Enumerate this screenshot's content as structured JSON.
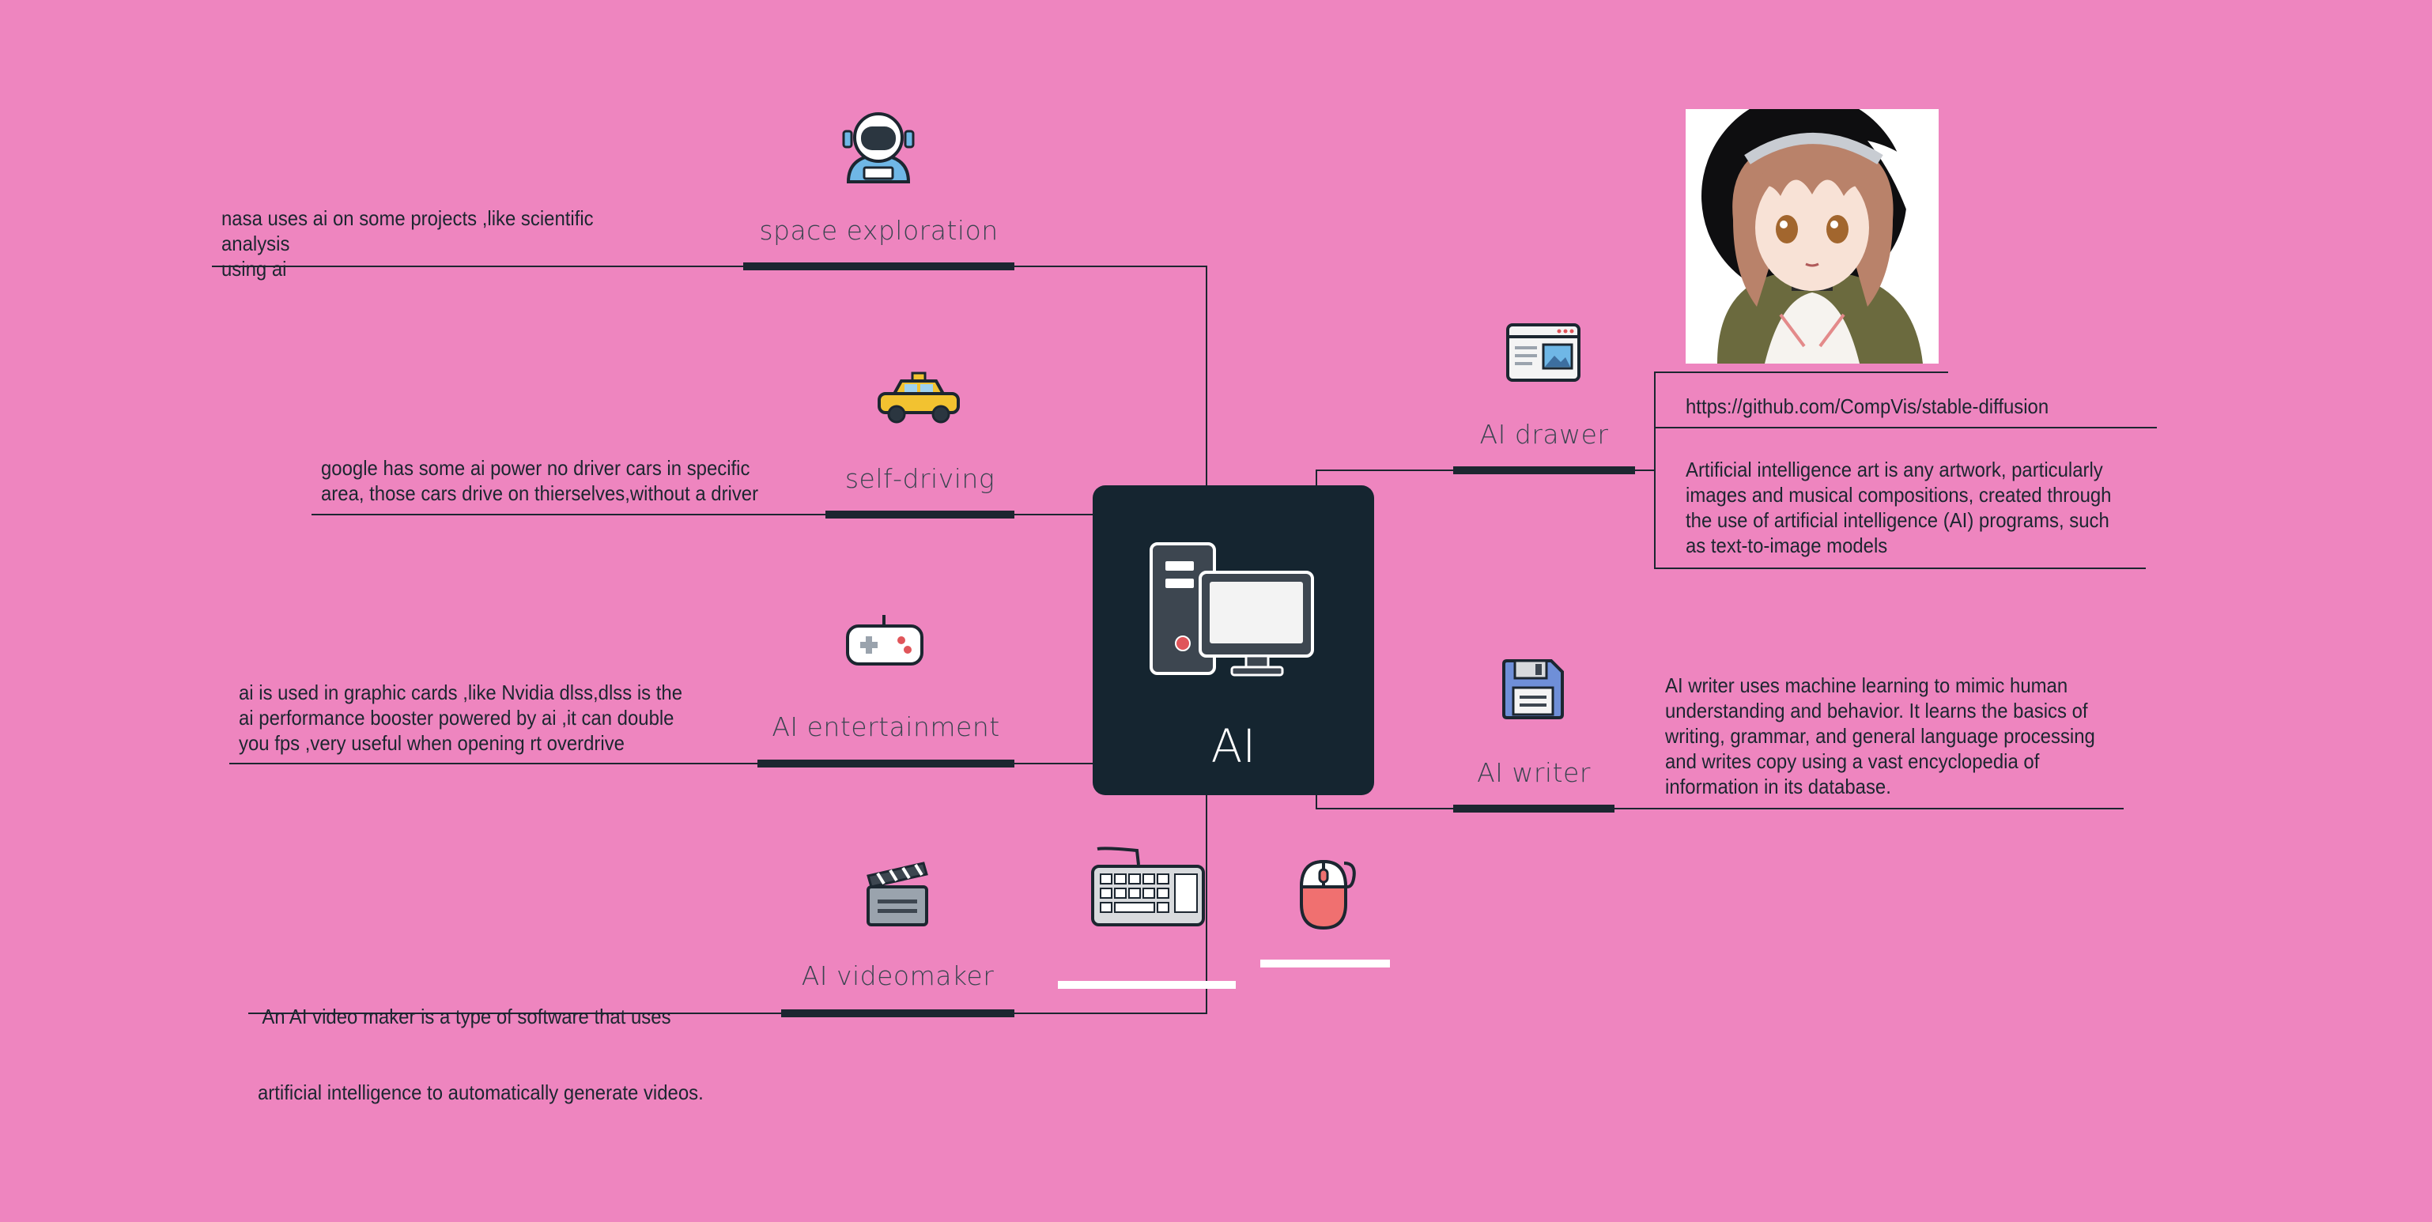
{
  "central": {
    "label": "AI",
    "icon": "desktop-computer-icon"
  },
  "branches_left": [
    {
      "id": "space-exploration",
      "label": "space exploration",
      "icon": "astronaut-icon",
      "note": [
        "nasa uses ai on some projects ,like scientific analysis",
        "using ai"
      ]
    },
    {
      "id": "self-driving",
      "label": "self-driving",
      "icon": "taxi-icon",
      "note": [
        "google has some ai power no driver cars in specific",
        "area, those cars drive on thierselves,without a driver"
      ]
    },
    {
      "id": "ai-entertainment",
      "label": "AI entertainment",
      "icon": "gamepad-icon",
      "note": [
        "ai is used in graphic cards ,like Nvidia dlss,dlss is the",
        "ai performance booster powered by ai ,it can double",
        "you fps ,very useful when opening rt overdrive"
      ]
    },
    {
      "id": "ai-videomaker",
      "label": "AI videomaker",
      "icon": "clapperboard-icon",
      "note": [
        " An AI video maker is a type of software that uses",
        "artificial intelligence to automatically generate videos."
      ]
    }
  ],
  "branches_right": [
    {
      "id": "ai-drawer",
      "label": "AI drawer",
      "icon": "image-window-icon",
      "link": "https://github.com/CompVis/stable-diffusion",
      "note": [
        "Artificial intelligence art is any artwork, particularly",
        "images and musical compositions, created through",
        "the use of artificial intelligence (AI) programs, such",
        "as text-to-image models"
      ]
    },
    {
      "id": "ai-writer",
      "label": "AI writer",
      "icon": "floppy-disk-icon",
      "note": [
        "AI writer uses machine learning to mimic human",
        "understanding and behavior. It learns the basics of",
        "writing, grammar, and general language processing",
        "and writes copy using a vast encyclopedia of",
        "information in its database."
      ]
    }
  ],
  "floating": [
    {
      "icon": "keyboard-icon"
    },
    {
      "icon": "mouse-icon"
    }
  ],
  "image": {
    "description_icon": "anime-girl-illustration"
  },
  "colors": {
    "background": "#ee85bf",
    "dark": "#152530",
    "line": "#1c2630"
  }
}
